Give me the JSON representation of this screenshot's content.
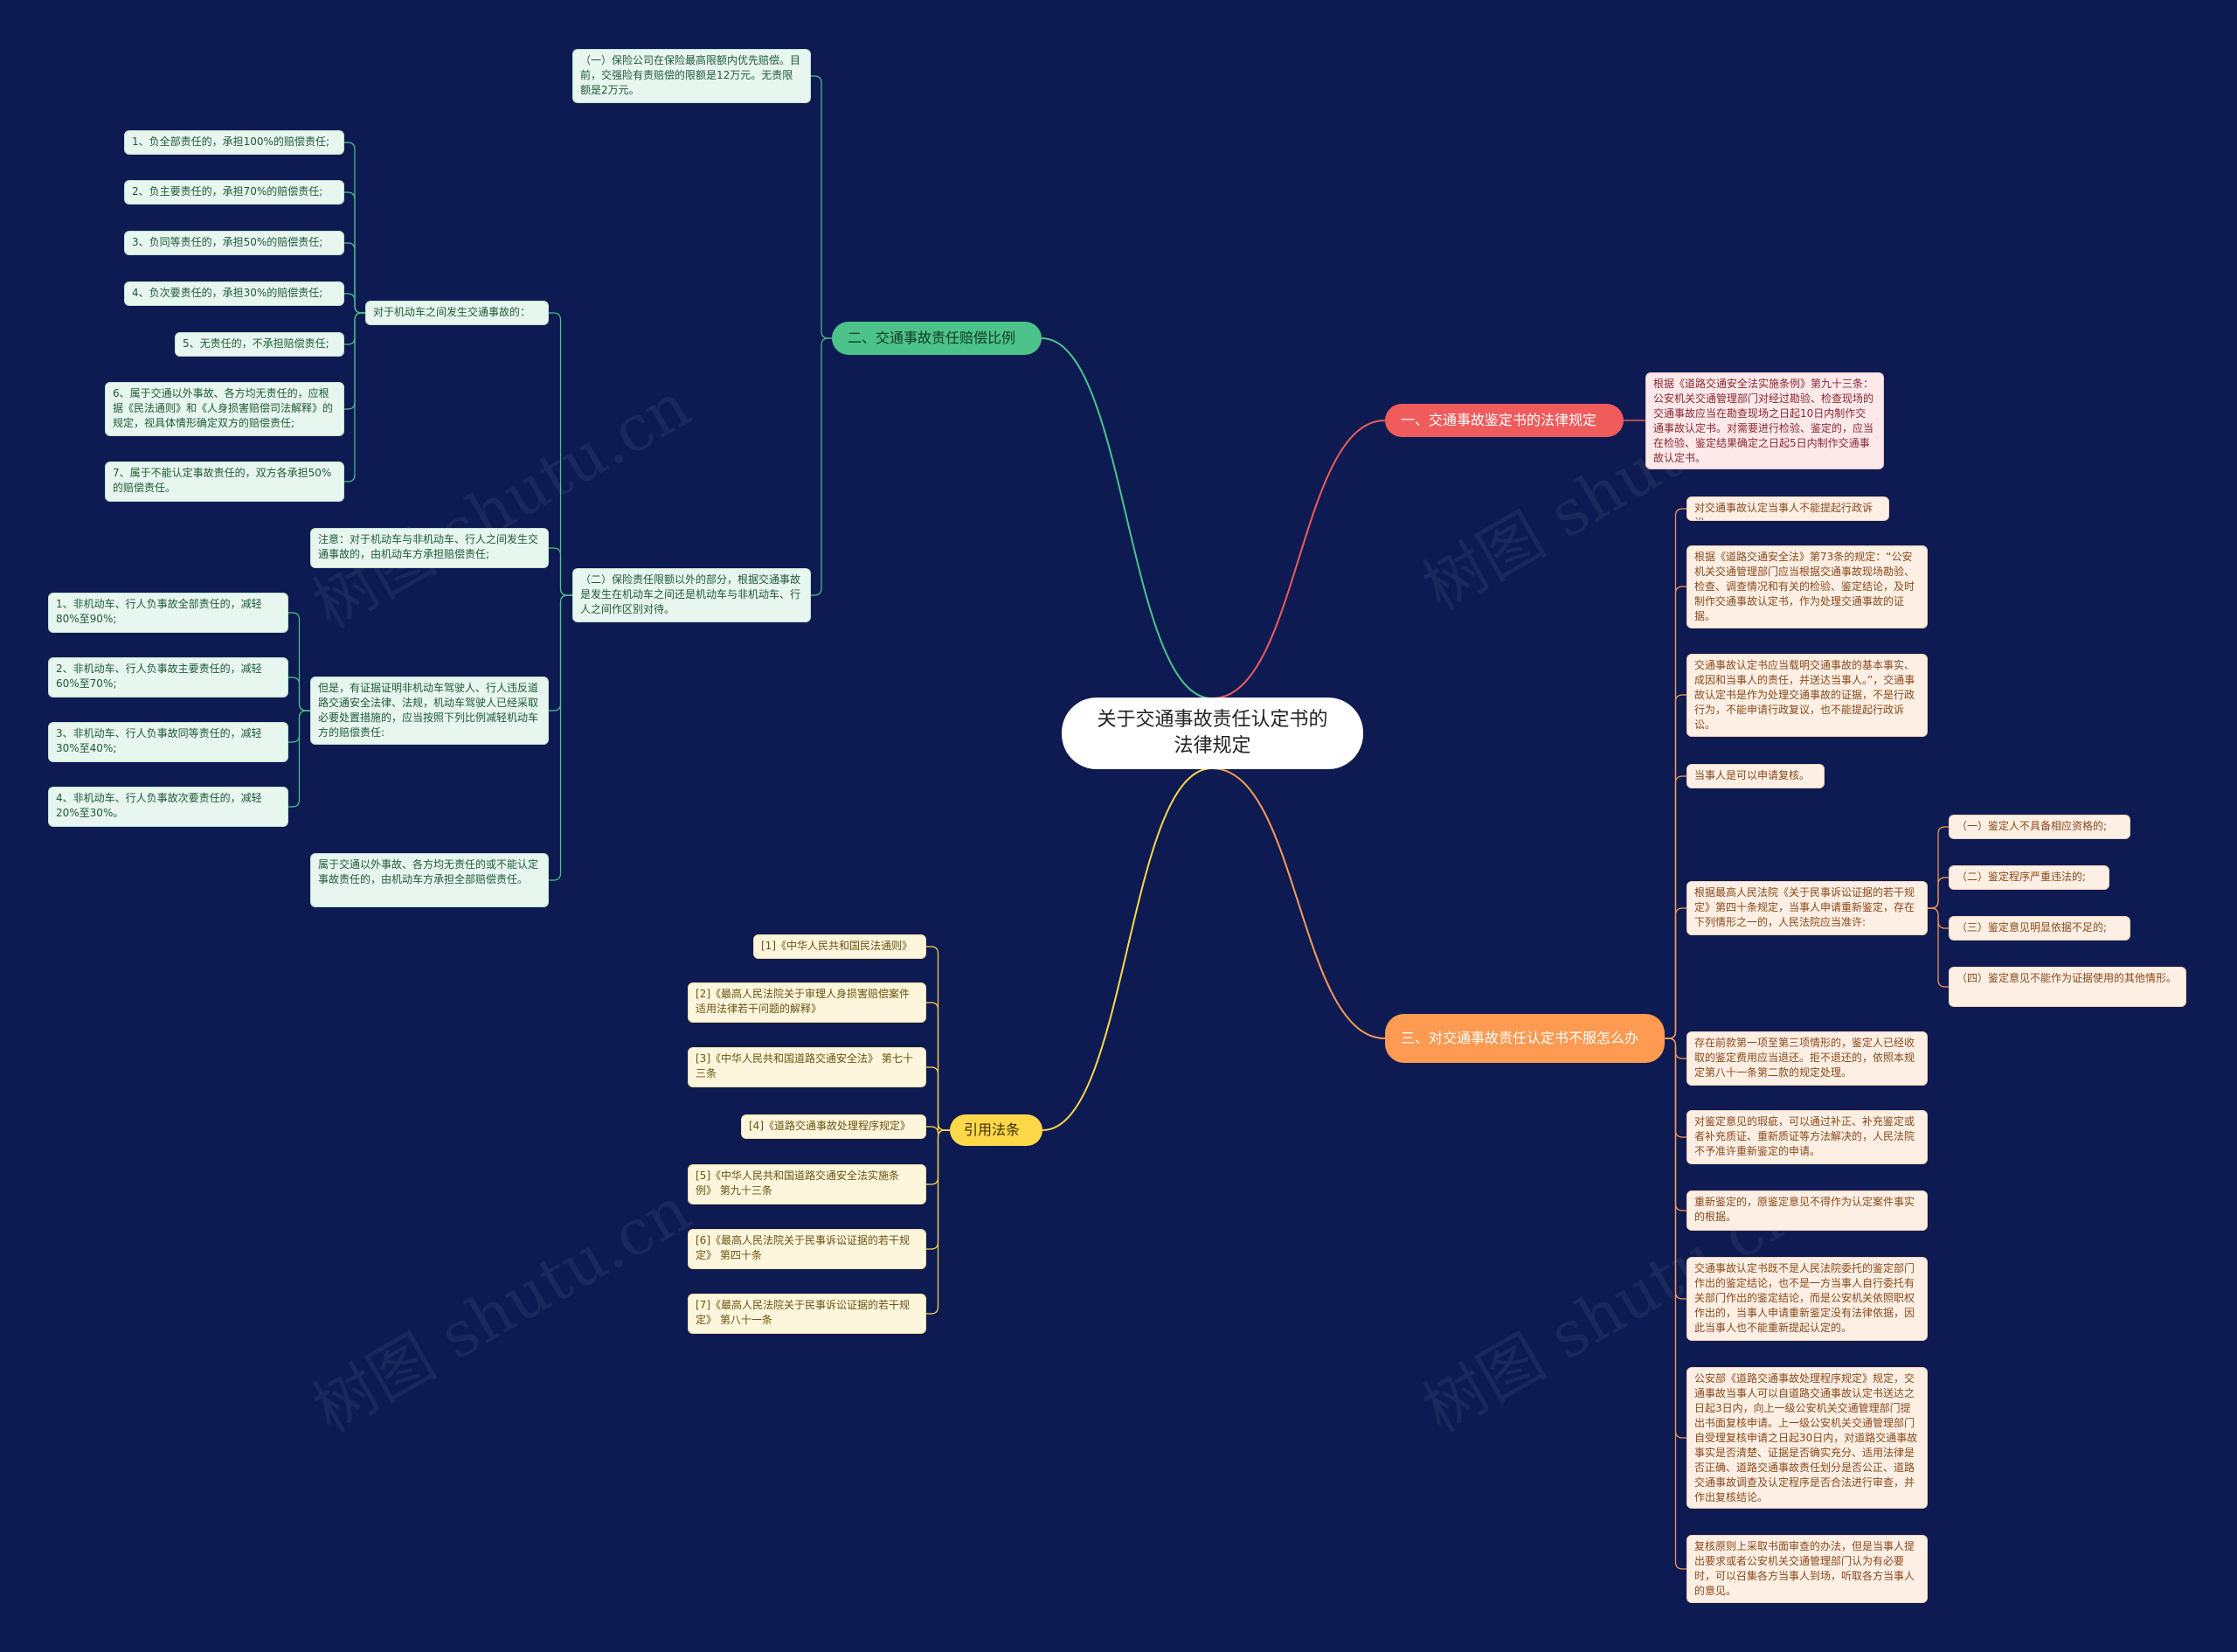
{
  "root": "关于交通事故责任认定书的法律规定",
  "watermark": "树图 shutu.cn",
  "colors": {
    "green": "#4cc38a",
    "red": "#f05b5b",
    "orange": "#ff9a52",
    "yellow": "#ffd84a",
    "background": "#0d1b52"
  },
  "branch1": {
    "title": "一、交通事故鉴定书的法律规定",
    "items": [
      "根据《道路交通安全法实施条例》第九十三条：公安机关交通管理部门对经过勘验、检查现场的交通事故应当在勘查现场之日起10日内制作交通事故认定书。对需要进行检验、鉴定的，应当在检验、鉴定结果确定之日起5日内制作交通事故认定书。"
    ]
  },
  "branch2": {
    "title": "二、交通事故责任赔偿比例",
    "item1": "（一）保险公司在保险最高限额内优先赔偿。目前，交强险有责赔偿的限额是12万元。无责限额是2万元。",
    "item2": "（二）保险责任限额以外的部分，根据交通事故是发生在机动车之间还是机动车与非机动车、行人之间作区别对待。",
    "motor_title": "对于机动车之间发生交通事故的：",
    "motor_items": [
      "1、负全部责任的，承担100%的赔偿责任;",
      "2、负主要责任的，承担70%的赔偿责任;",
      "3、负同等责任的，承担50%的赔偿责任;",
      "4、负次要责任的，承担30%的赔偿责任;",
      "5、无责任的，不承担赔偿责任;",
      "6、属于交通以外事故、各方均无责任的，应根据《民法通则》和《人身损害赔偿司法解释》的规定，视具体情形确定双方的赔偿责任;",
      "7、属于不能认定事故责任的，双方各承担50%的赔偿责任。"
    ],
    "note": "注意：对于机动车与非机动车、行人之间发生交通事故的，由机动车方承担赔偿责任;",
    "but": "但是，有证据证明非机动车驾驶人、行人违反道路交通安全法律、法规，机动车驾驶人已经采取必要处置措施的，应当按照下列比例减轻机动车方的赔偿责任:",
    "but_items": [
      "1、非机动车、行人负事故全部责任的，减轻80%至90%;",
      "2、非机动车、行人负事故主要责任的，减轻60%至70%;",
      "3、非机动车、行人负事故同等责任的，减轻30%至40%;",
      "4、非机动车、行人负事故次要责任的，减轻20%至30%。"
    ],
    "last": "属于交通以外事故、各方均无责任的或不能认定事故责任的，由机动车方承担全部赔偿责任。"
  },
  "branch3": {
    "title": "三、对交通事故责任认定书不服怎么办",
    "items": [
      "对交通事故认定当事人不能提起行政诉讼;",
      "根据《道路交通安全法》第73条的规定：“公安机关交通管理部门应当根据交通事故现场勘验、检查、调查情况和有关的检验、鉴定结论，及时制作交通事故认定书，作为处理交通事故的证据。",
      "交通事故认定书应当载明交通事故的基本事实、成因和当事人的责任，并送达当事人。”，交通事故认定书是作为处理交通事故的证据，不是行政行为，不能申请行政复议，也不能提起行政诉讼。",
      "当事人是可以申请复核。",
      "根据最高人民法院《关于民事诉讼证据的若干规定》第四十条规定，当事人申请重新鉴定，存在下列情形之一的，人民法院应当准许:",
      "存在前款第一项至第三项情形的，鉴定人已经收取的鉴定费用应当退还。拒不退还的，依照本规定第八十一条第二款的规定处理。",
      "对鉴定意见的瑕疵，可以通过补正、补充鉴定或者补充质证、重新质证等方法解决的，人民法院不予准许重新鉴定的申请。",
      "重新鉴定的，原鉴定意见不得作为认定案件事实的根据。",
      "交通事故认定书既不是人民法院委托的鉴定部门作出的鉴定结论，也不是一方当事人自行委托有关部门作出的鉴定结论，而是公安机关依照职权作出的，当事人申请重新鉴定没有法律依据，因此当事人也不能重新提起认定的。",
      "公安部《道路交通事故处理程序规定》规定，交通事故当事人可以自道路交通事故认定书送达之日起3日内，向上一级公安机关交通管理部门提出书面复核申请。上一级公安机关交通管理部门自受理复核申请之日起30日内，对道路交通事故事实是否清楚、证据是否确实充分、适用法律是否正确、道路交通事故责任划分是否公正、道路交通事故调查及认定程序是否合法进行审查，并作出复核结论。",
      "复核原则上采取书面审查的办法，但是当事人提出要求或者公安机关交通管理部门认为有必要时，可以召集各方当事人到场，听取各方当事人的意见。"
    ],
    "sub_items": [
      "（一）鉴定人不具备相应资格的;",
      "（二）鉴定程序严重违法的;",
      "（三）鉴定意见明显依据不足的;",
      "（四）鉴定意见不能作为证据使用的其他情形。"
    ]
  },
  "branch4": {
    "title": "引用法条",
    "items": [
      "[1]《中华人民共和国民法通则》",
      "[2]《最高人民法院关于审理人身损害赔偿案件适用法律若干问题的解释》",
      "[3]《中华人民共和国道路交通安全法》 第七十三条",
      "[4]《道路交通事故处理程序规定》",
      "[5]《中华人民共和国道路交通安全法实施条例》 第九十三条",
      "[6]《最高人民法院关于民事诉讼证据的若干规定》 第四十条",
      "[7]《最高人民法院关于民事诉讼证据的若干规定》 第八十一条"
    ]
  }
}
